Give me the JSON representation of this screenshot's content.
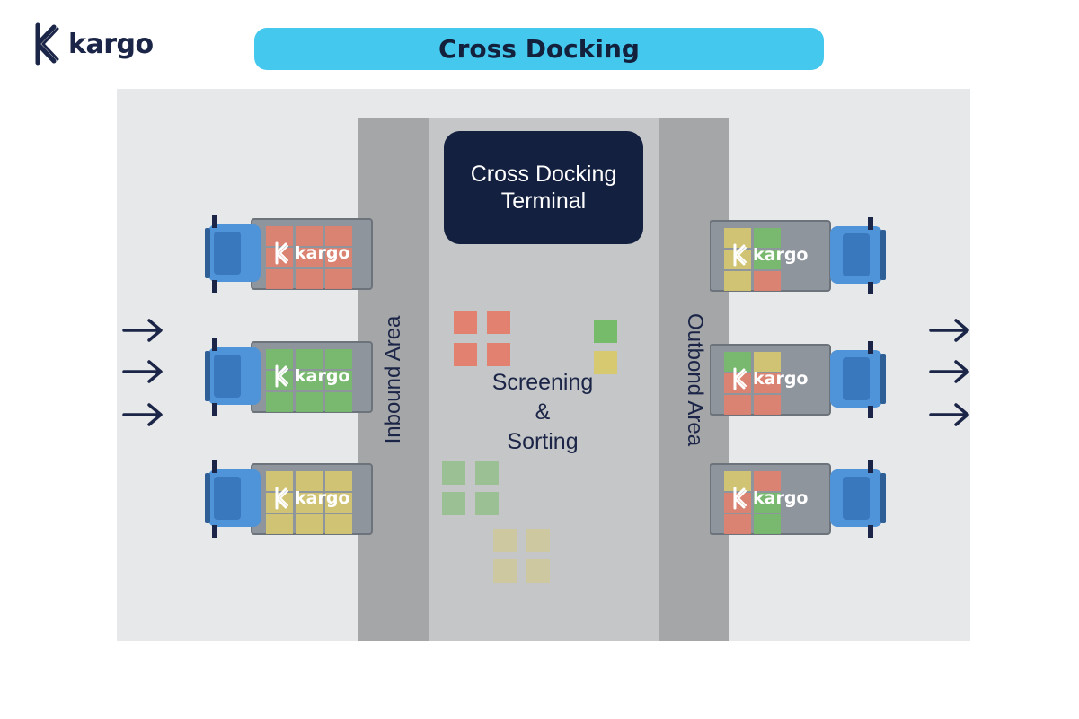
{
  "brand": {
    "name": "kargo",
    "color": "#1b2547"
  },
  "header": {
    "title": "Cross Docking",
    "pill_color": "#45c8ee"
  },
  "terminal": {
    "line1": "Cross Docking",
    "line2": "Terminal"
  },
  "areas": {
    "inbound": "Inbound Area",
    "outbound": "Outbond Area"
  },
  "screening": {
    "line1": "Screening",
    "line2": "&",
    "line3": "Sorting"
  },
  "colors": {
    "red_cargo": "#e2816f",
    "green_cargo": "#76bb6a",
    "yellow_cargo": "#d7c970",
    "truck_body": "#4f93d8",
    "truck_trailer": "#8e959d",
    "terminal": "#13203f"
  },
  "trucks": {
    "inbound": [
      {
        "label": "kargo",
        "cargo": "red"
      },
      {
        "label": "kargo",
        "cargo": "green"
      },
      {
        "label": "kargo",
        "cargo": "yellow"
      }
    ],
    "outbound": [
      {
        "label": "kargo",
        "cargo": "yellow-green-red"
      },
      {
        "label": "kargo",
        "cargo": "green-yellow-red"
      },
      {
        "label": "kargo",
        "cargo": "yellow-red-green"
      }
    ]
  },
  "icons": {
    "logo": "kargo-k-icon",
    "arrow": "arrow-right-icon",
    "truck": "truck-icon"
  }
}
